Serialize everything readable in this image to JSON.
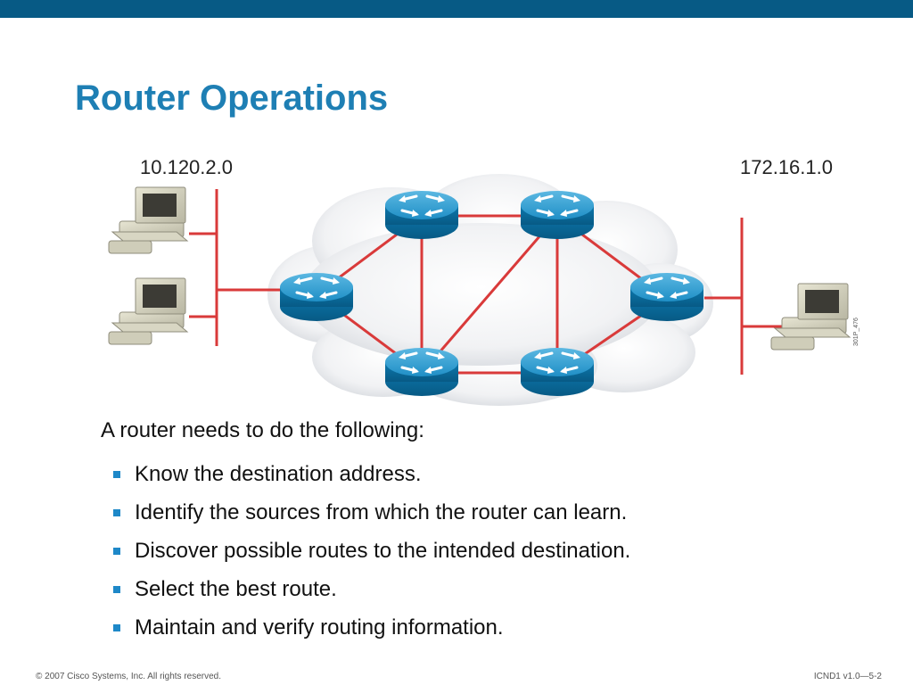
{
  "slide": {
    "title": "Router Operations"
  },
  "diagram": {
    "networks": {
      "left": "10.120.2.0",
      "right": "172.16.1.0"
    },
    "side_code": "301P_476"
  },
  "content": {
    "intro": "A router needs to do the following:",
    "bullets": [
      "Know the destination address.",
      "Identify the sources from which the router can learn.",
      "Discover possible routes to the intended destination.",
      "Select the best route.",
      "Maintain and verify routing information."
    ]
  },
  "footer": {
    "copyright": "© 2007 Cisco Systems, Inc. All rights reserved.",
    "course_code": "ICND1 v1.0—5-2"
  },
  "colors": {
    "top_bar": "#075a85",
    "title": "#1e7fb4",
    "bullet": "#1e88c8",
    "link": "#d93a3a",
    "router": "#1e8fc6"
  }
}
